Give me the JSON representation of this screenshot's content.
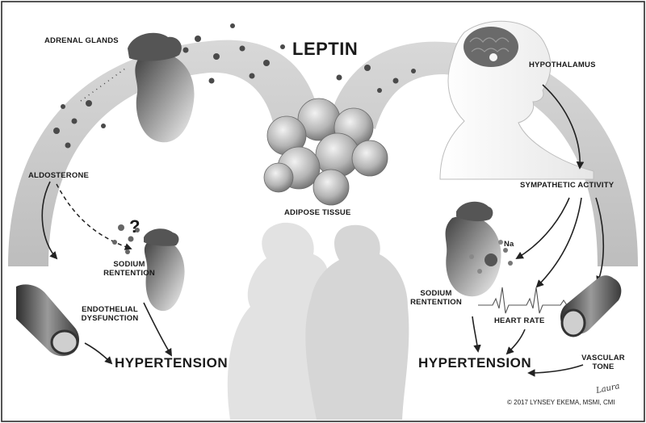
{
  "title": "LEPTIN",
  "labels": {
    "adrenal_glands": "ADRENAL GLANDS",
    "hypothalamus": "HYPOTHALAMUS",
    "aldosterone": "ALDOSTERONE",
    "adipose_tissue": "ADIPOSE TISSUE",
    "sympathetic_activity": "SYMPATHETIC ACTIVITY",
    "question_mark": "?",
    "sodium_retention_left": [
      "SODIUM",
      "RENTENTION"
    ],
    "endothelial_dysfunction": [
      "ENDOTHELIAL",
      "DYSFUNCTION"
    ],
    "hypertension_left": "HYPERTENSION",
    "na": "Na",
    "sodium_retention_right": [
      "SODIUM",
      "RENTENTION"
    ],
    "heart_rate": "HEART RATE",
    "hypertension_right": "HYPERTENSION",
    "vascular_tone": [
      "VASCULAR",
      "TONE"
    ],
    "signature": "Laura",
    "copyright": "© 2017 LYNSEY EKEMA, MSMI, CMI"
  },
  "colors": {
    "frame": "#2a2a2a",
    "band": "#cfcfcf",
    "silhouette": "#e4e4e4",
    "organ_dark": "#4a4a4a",
    "text": "#1a1a1a"
  }
}
